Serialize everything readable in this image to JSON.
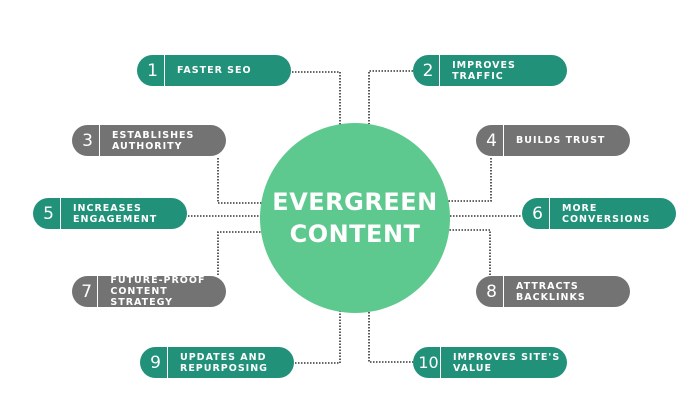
{
  "center": {
    "line1": "EVERGREEN",
    "line2": "CONTENT",
    "color": "#5ec98f"
  },
  "colors": {
    "teal": "#21917a",
    "gray": "#737373",
    "connector": "#333333"
  },
  "items": [
    {
      "number": "1",
      "label": "FASTER SEO",
      "color": "teal"
    },
    {
      "number": "2",
      "label": "IMPROVES TRAFFIC",
      "color": "teal"
    },
    {
      "number": "3",
      "label": "ESTABLISHES\nAUTHORITY",
      "color": "gray"
    },
    {
      "number": "4",
      "label": "BUILDS TRUST",
      "color": "gray"
    },
    {
      "number": "5",
      "label": "INCREASES\nENGAGEMENT",
      "color": "teal"
    },
    {
      "number": "6",
      "label": "MORE\nCONVERSIONS",
      "color": "teal"
    },
    {
      "number": "7",
      "label": "FUTURE-PROOF\nCONTENT STRATEGY",
      "color": "gray"
    },
    {
      "number": "8",
      "label": "ATTRACTS\nBACKLINKS",
      "color": "gray"
    },
    {
      "number": "9",
      "label": "UPDATES AND\nREPURPOSING",
      "color": "teal"
    },
    {
      "number": "10",
      "label": "IMPROVES SITE'S\nVALUE",
      "color": "teal"
    }
  ]
}
